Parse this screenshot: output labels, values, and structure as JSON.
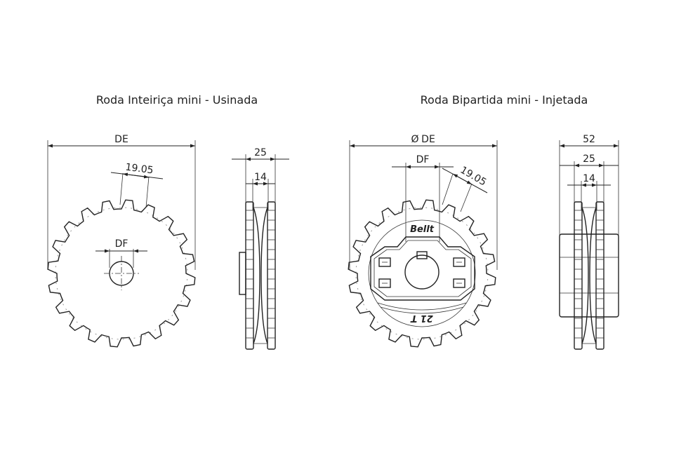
{
  "titles": {
    "left": "Roda Inteiriça mini - Usinada",
    "right": "Roda Bipartida mini - Injetada"
  },
  "left_wheel": {
    "front": {
      "de": "DE",
      "pitch": "19.05",
      "df": "DF"
    },
    "side": {
      "width_outer": "25",
      "width_inner": "14"
    }
  },
  "right_wheel": {
    "front": {
      "de": "DE",
      "de_symbol": "Ø",
      "df": "DF",
      "pitch": "19.05",
      "brand": "Bellt",
      "code": "21 T"
    },
    "side": {
      "width_total": "52",
      "width_outer": "25",
      "width_inner": "14"
    }
  }
}
